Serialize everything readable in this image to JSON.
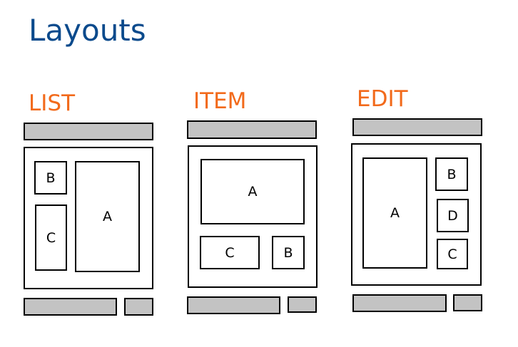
{
  "page_title": "Layouts",
  "layouts": [
    {
      "label": "LIST",
      "regions": {
        "a": "A",
        "b": "B",
        "c": "C"
      }
    },
    {
      "label": "ITEM",
      "regions": {
        "a": "A",
        "b": "B",
        "c": "C"
      }
    },
    {
      "label": "EDIT",
      "regions": {
        "a": "A",
        "b": "B",
        "c": "C",
        "d": "D"
      }
    }
  ],
  "colors": {
    "title": "#0a4a8c",
    "heading": "#f26a1b",
    "bar_fill": "#c3c3c3",
    "outline": "#000000"
  }
}
